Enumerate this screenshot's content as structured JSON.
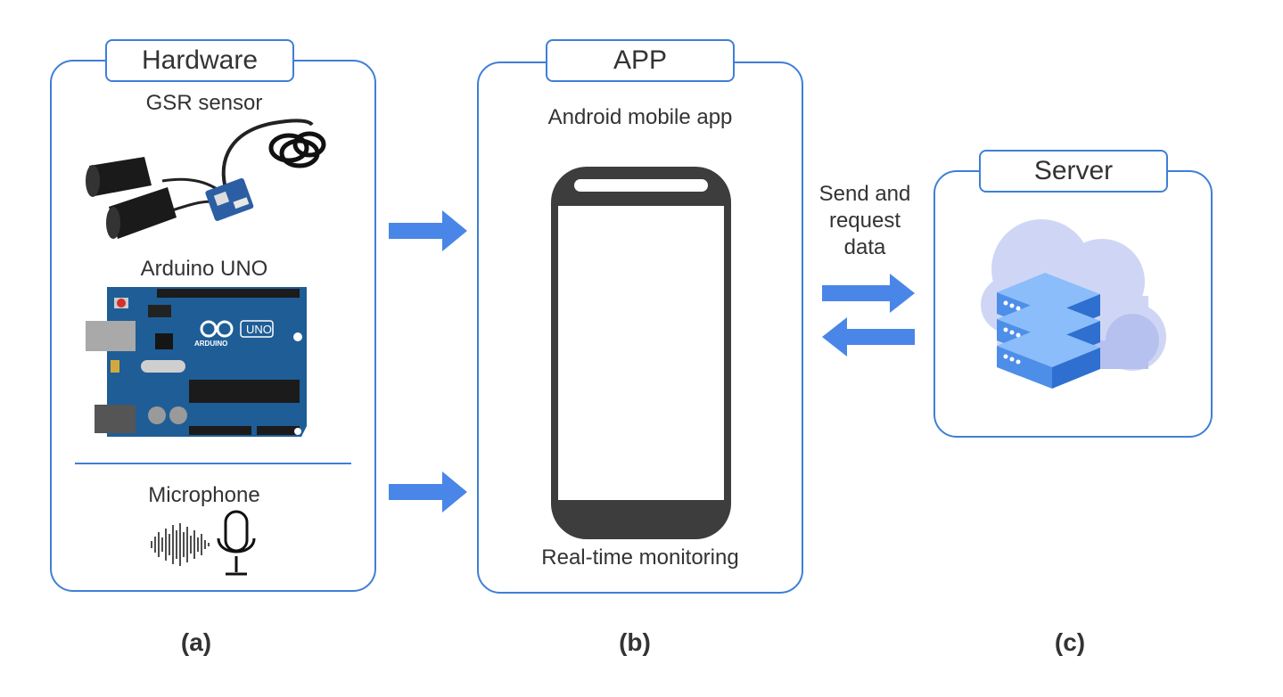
{
  "hardware": {
    "title": "Hardware",
    "gsr_label": "GSR sensor",
    "arduino_label": "Arduino UNO",
    "arduino_logo_text": "ARDUINO",
    "arduino_model_text": "UNO",
    "mic_label": "Microphone",
    "caption": "(a)"
  },
  "app": {
    "title": "APP",
    "top_label": "Android mobile app",
    "bottom_label": "Real-time monitoring",
    "caption": "(b)"
  },
  "server": {
    "title": "Server",
    "caption": "(c)"
  },
  "link": {
    "label_line1": "Send and",
    "label_line2": "request",
    "label_line3": "data"
  },
  "colors": {
    "accent": "#3f7fd6",
    "arrow": "#4a86e8",
    "phone": "#3d3d3d",
    "cloud": "#cfd6f5",
    "server": "#5b9cf0",
    "board": "#1f5d96"
  },
  "icons": {
    "gsr": "gsr-sensor-photo",
    "arduino": "arduino-uno-board",
    "mic": "microphone-icon",
    "wave": "sound-wave-icon",
    "phone": "smartphone-icon",
    "cloud": "cloud-server-icon"
  }
}
